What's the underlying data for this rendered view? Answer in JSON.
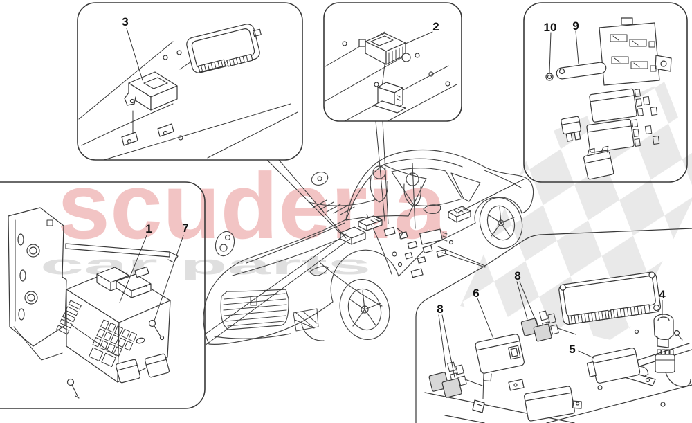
{
  "colors": {
    "line_art": "#383838",
    "relay_fill": "#d7d7d7",
    "background": "#ffffff",
    "callout_text": "#111111"
  },
  "watermark": {
    "brand": "scuderia",
    "tagline": "car parts",
    "brand_color": "#f2c4c4",
    "tagline_color": "#dfdfdf",
    "flag_color": "#e9e9e9"
  },
  "callouts": [
    {
      "label": "3"
    },
    {
      "label": "2"
    },
    {
      "label": "10"
    },
    {
      "label": "9"
    },
    {
      "label": "1"
    },
    {
      "label": "7"
    },
    {
      "label": "8"
    },
    {
      "label": "6"
    },
    {
      "label": "8"
    },
    {
      "label": "4"
    },
    {
      "label": "5"
    }
  ],
  "regions": {
    "top_left_detail": "control-module-and-ecu",
    "top_center_detail": "sensor-module-on-floor-panel",
    "top_right_detail": "mounting-bracket-relays-and-fuse",
    "left_detail": "fuse-and-relay-box",
    "bottom_right_detail": "floor-ecus-relays-and-sensors",
    "center": "ferrari-599-outline"
  }
}
